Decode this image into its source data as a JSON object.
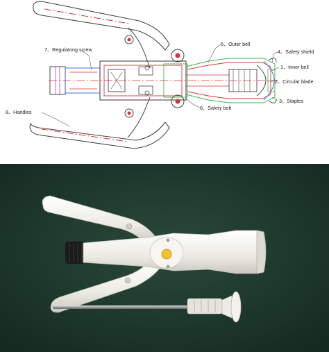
{
  "diagram": {
    "labels": [
      {
        "key": "outer_bell",
        "text": "5、Outer bell"
      },
      {
        "key": "safety_shield",
        "text": "4、Safety shield"
      },
      {
        "key": "regulating_screw",
        "text": "7、Regulatong screw"
      },
      {
        "key": "inner_bell",
        "text": "1、Inner bell"
      },
      {
        "key": "circular_blade",
        "text": "2、Circular blade"
      },
      {
        "key": "staples",
        "text": "3、Staples"
      },
      {
        "key": "safety_bolt",
        "text": "6、Safety bolt"
      },
      {
        "key": "handles",
        "text": "8、Handles"
      }
    ]
  },
  "colors": {
    "line_red": "#d8333a",
    "line_green": "#39b54a",
    "line_blue": "#3a5fd0",
    "line_magenta": "#c040c0",
    "photo_bg": "#1f3a2e",
    "device_white": "#f2f0ea"
  }
}
